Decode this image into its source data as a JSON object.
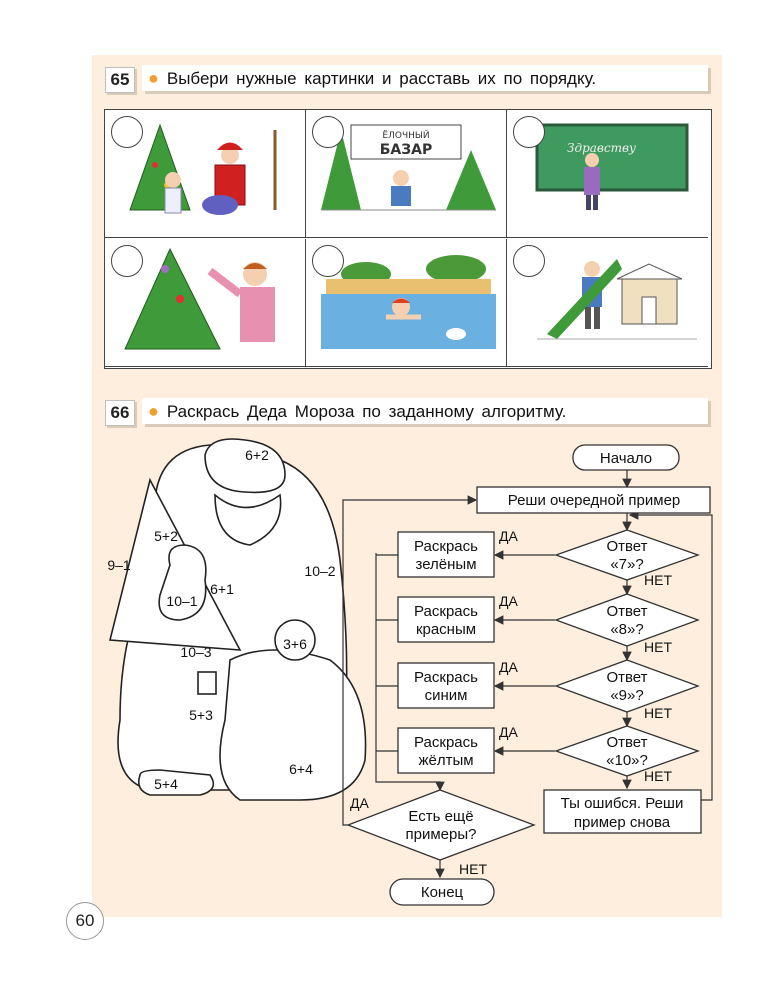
{
  "page_number": "60",
  "task65": {
    "number": "65",
    "instruction": "Выбери нужные картинки и расставь их по порядку.",
    "pictures": [
      {
        "icon": "christmas-tree-santa-icon"
      },
      {
        "icon": "tree-market-icon",
        "banner_line1": "ЁЛОЧНЫЙ",
        "banner_line2": "БАЗАР"
      },
      {
        "icon": "blackboard-boy-icon",
        "board_text": "Здравству"
      },
      {
        "icon": "decorating-tree-icon"
      },
      {
        "icon": "swimming-boy-icon"
      },
      {
        "icon": "carrying-tree-icon"
      }
    ]
  },
  "task66": {
    "number": "66",
    "instruction": "Раскрась Деда Мороза по заданному алгоритму.",
    "santa_labels": [
      "6+2",
      "5+2",
      "9–1",
      "10–2",
      "6+1",
      "10–1",
      "3+6",
      "10–3",
      "5+3",
      "6+4",
      "5+4"
    ],
    "flowchart": {
      "start": "Начало",
      "step": "Реши очередной пример",
      "q1_line1": "Ответ",
      "q1_line2": "«7»?",
      "q2_line1": "Ответ",
      "q2_line2": "«8»?",
      "q3_line1": "Ответ",
      "q3_line2": "«9»?",
      "q4_line1": "Ответ",
      "q4_line2": "«10»?",
      "a1_line1": "Раскрась",
      "a1_line2": "зелёным",
      "a2_line1": "Раскрась",
      "a2_line2": "красным",
      "a3_line1": "Раскрась",
      "a3_line2": "синим",
      "a4_line1": "Раскрась",
      "a4_line2": "жёлтым",
      "error_line1": "Ты ошибся. Реши",
      "error_line2": "пример снова",
      "more_line1": "Есть ещё",
      "more_line2": "примеры?",
      "end": "Конец",
      "yes": "ДА",
      "no": "НЕТ"
    }
  },
  "colors": {
    "page_bg": "#fdeedd",
    "accent_dot": "#f0a030"
  }
}
